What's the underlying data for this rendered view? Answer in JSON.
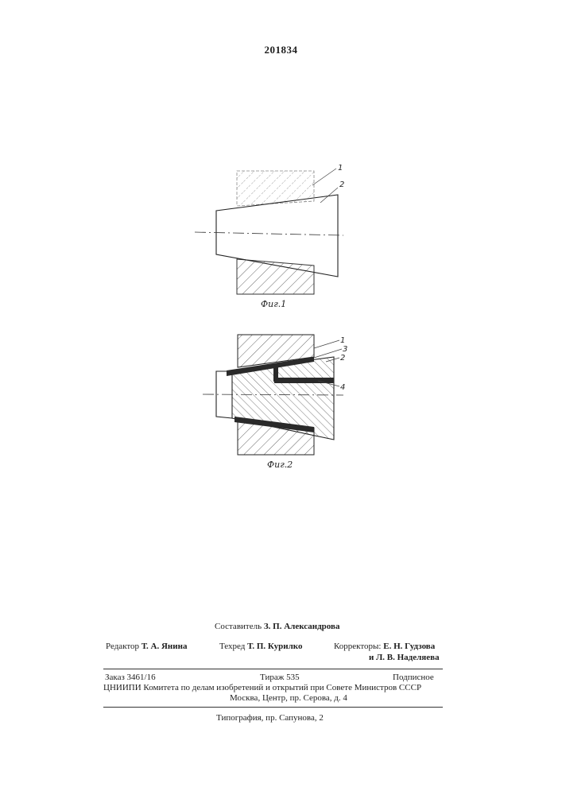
{
  "patent_number": "201834",
  "figure1": {
    "caption": "Фиг.1",
    "labels": [
      "1",
      "2"
    ]
  },
  "figure2": {
    "caption": "Фиг.2",
    "labels": [
      "1",
      "3",
      "2",
      "4"
    ]
  },
  "footer": {
    "compiler_label": "Составитель",
    "compiler_name": "З. П. Александрова",
    "editor_label": "Редактор",
    "editor_name": "Т. А. Янина",
    "techred_label": "Техред",
    "techred_name": "Т. П. Курилко",
    "correctors_label": "Корректоры:",
    "corrector1": "Е. Н. Гудзова",
    "corrector2": "и Л. В. Наделяева",
    "order": "Заказ 3461/16",
    "print_run": "Тираж 535",
    "subscription": "Подписное",
    "institute": "ЦНИИПИ Комитета по делам изобретений и открытий при Совете Министров СССР",
    "address": "Москва, Центр, пр. Серова, д. 4",
    "printshop": "Типография, пр. Сапунова, 2"
  }
}
